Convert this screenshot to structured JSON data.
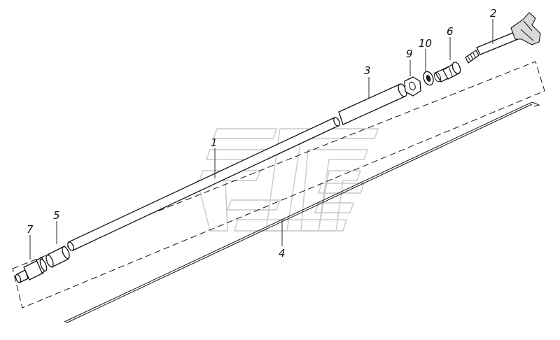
{
  "callouts": {
    "c1": "1",
    "c2": "2",
    "c3": "3",
    "c4": "4",
    "c5": "5",
    "c6": "6",
    "c7": "7",
    "c9": "9",
    "c10": "10"
  },
  "colors": {
    "line": "#111111",
    "watermark": "#c8c8c8",
    "background": "#ffffff"
  }
}
